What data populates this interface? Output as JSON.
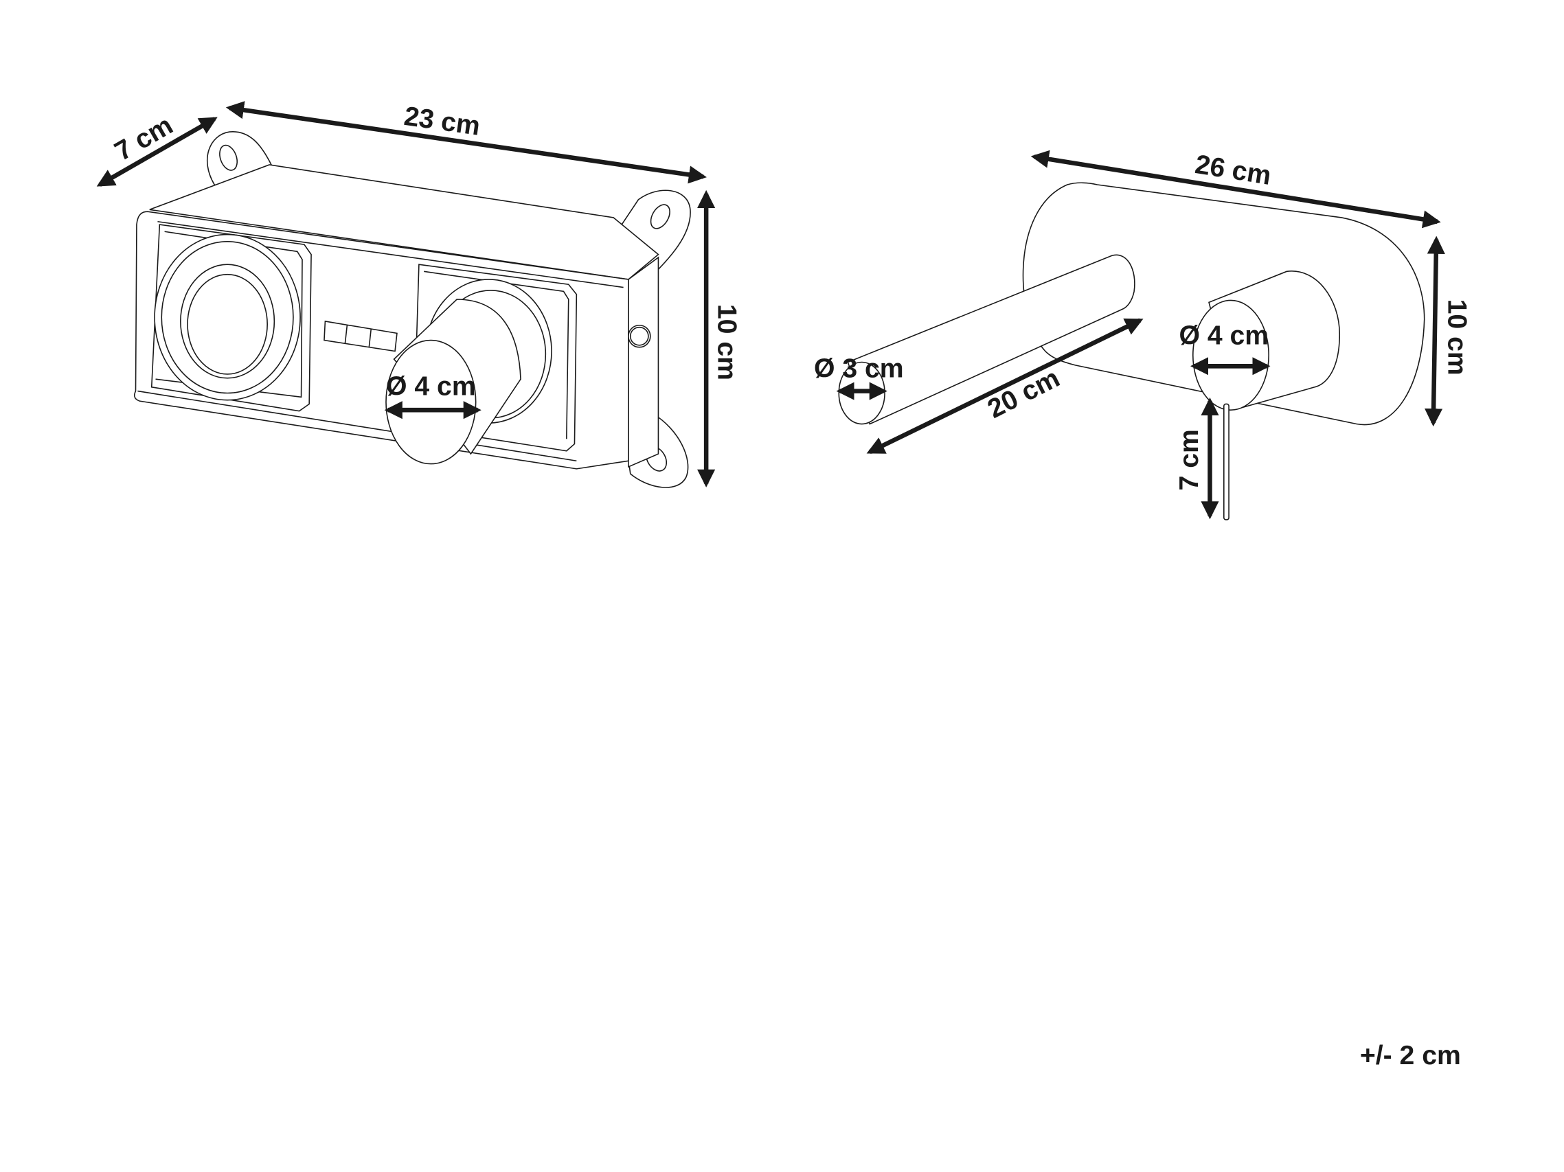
{
  "left_product": {
    "depth_label": "7 cm",
    "width_label": "23 cm",
    "height_label": "10 cm",
    "knob_diameter_label": "Ø 4 cm"
  },
  "right_product": {
    "width_label": "26 cm",
    "height_label": "10 cm",
    "spout_length_label": "20 cm",
    "spout_diameter_label": "Ø 3 cm",
    "knob_diameter_label": "Ø 4 cm",
    "lever_length_label": "7 cm"
  },
  "tolerance_label": "+/- 2 cm",
  "colors": {
    "line": "#1a1a1a",
    "background": "#ffffff"
  }
}
